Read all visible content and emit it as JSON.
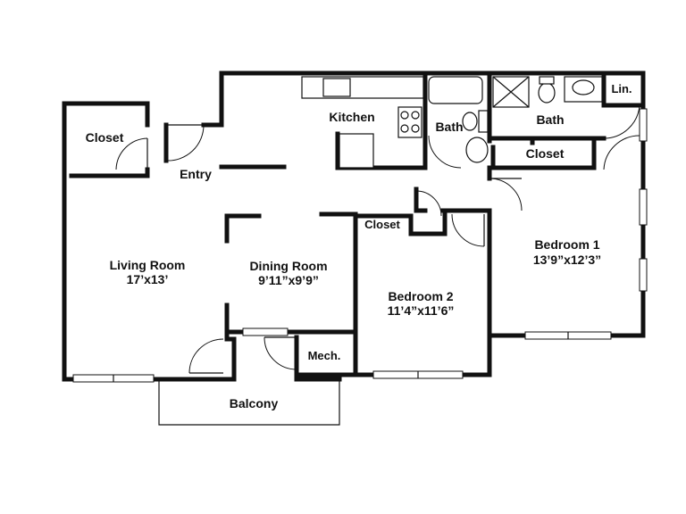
{
  "rooms": {
    "closet_entry": {
      "name": "Closet"
    },
    "entry": {
      "name": "Entry"
    },
    "kitchen": {
      "name": "Kitchen"
    },
    "bath_hall": {
      "name": "Bath"
    },
    "bath_master": {
      "name": "Bath"
    },
    "linen": {
      "name": "Lin."
    },
    "closet_master": {
      "name": "Closet"
    },
    "closet_bed2": {
      "name": "Closet"
    },
    "living": {
      "name": "Living Room",
      "size": "17’x13’"
    },
    "dining": {
      "name": "Dining Room",
      "size": "9’11”x9’9”"
    },
    "bedroom2": {
      "name": "Bedroom 2",
      "size": "11’4”x11’6”"
    },
    "bedroom1": {
      "name": "Bedroom 1",
      "size": "13’9”x12’3”"
    },
    "mech": {
      "name": "Mech."
    },
    "balcony": {
      "name": "Balcony"
    }
  }
}
